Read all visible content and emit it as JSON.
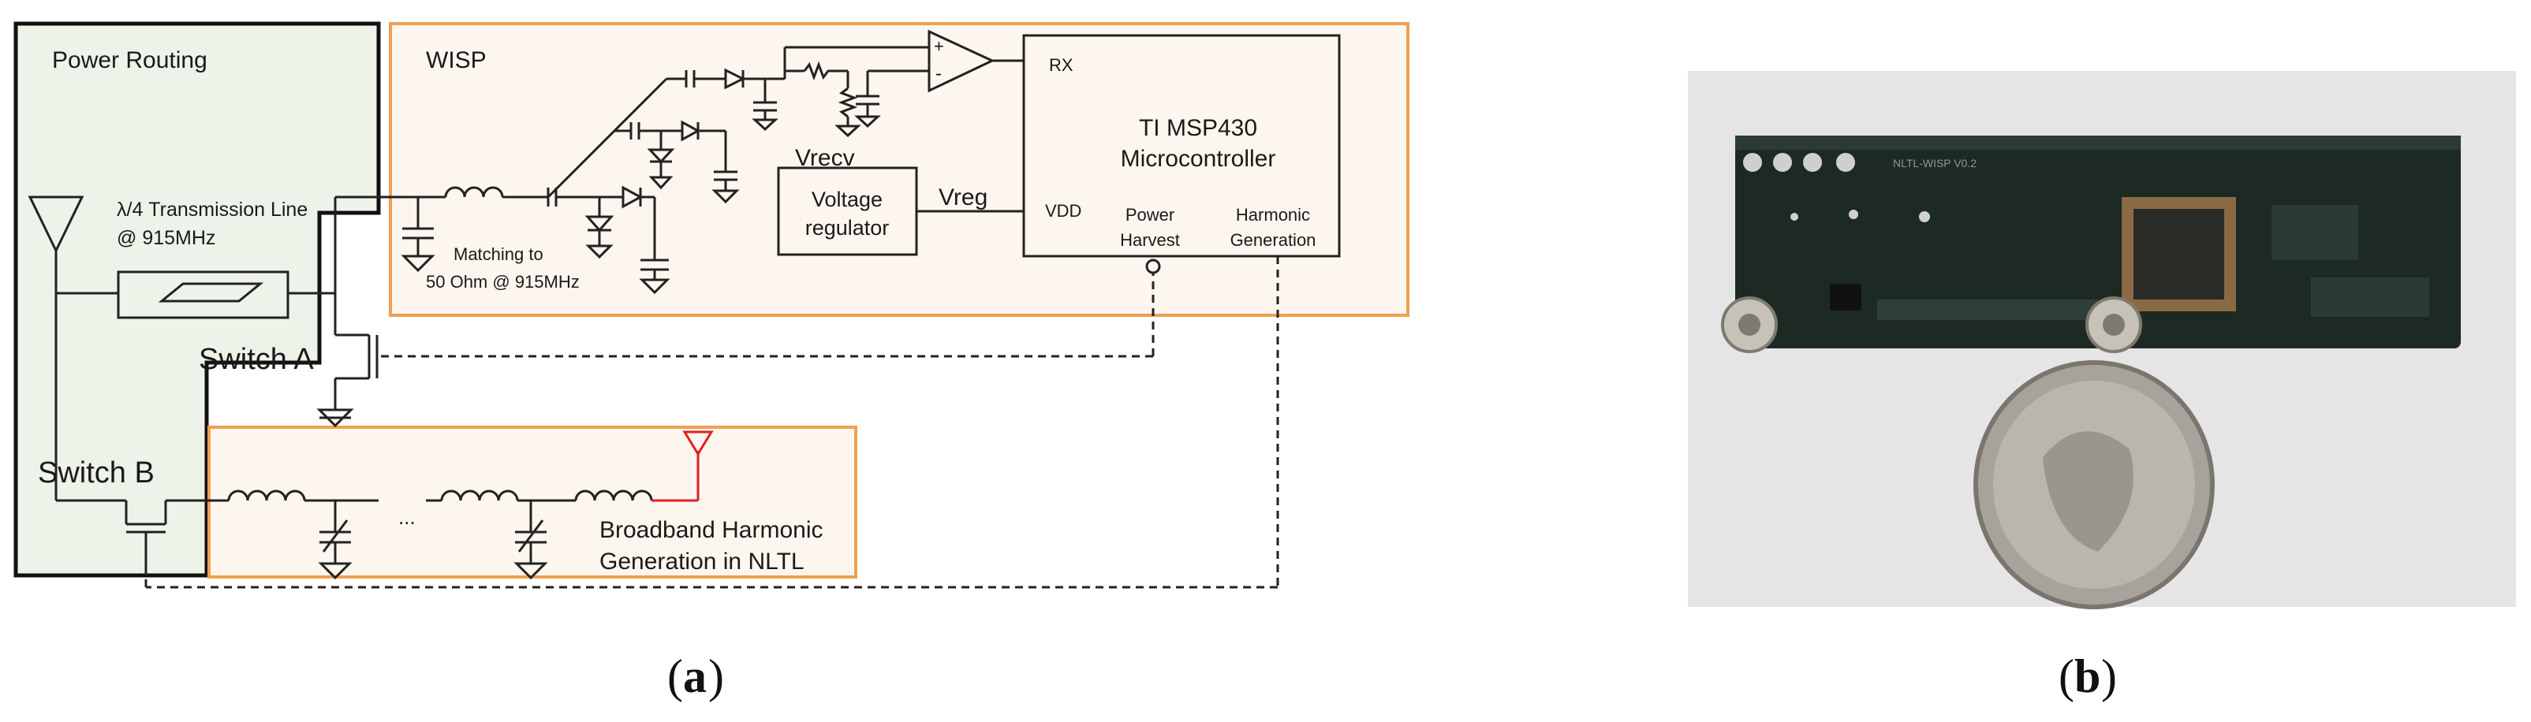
{
  "panel_a": {
    "power_routing_label": "Power Routing",
    "wisp_label": "WISP",
    "transmission_line_label_1": "λ/4 Transmission Line",
    "transmission_line_label_2": "@ 915MHz",
    "matching_label_1": "Matching to",
    "matching_label_2": "50 Ohm @ 915MHz",
    "switch_a_label": "Switch A",
    "switch_b_label": "Switch B",
    "vrecv_label": "Vrecv",
    "vreg_label": "Vreg",
    "regulator_label_1": "Voltage",
    "regulator_label_2": "regulator",
    "mcu_label_1": "TI MSP430",
    "mcu_label_2": "Microcontroller",
    "rx_label": "RX",
    "vdd_label": "VDD",
    "power_harvest_label_1": "Power",
    "power_harvest_label_2": "Harvest",
    "harmonic_gen_label_1": "Harmonic",
    "harmonic_gen_label_2": "Generation",
    "ellipsis_label": "...",
    "nltl_label_1": "Broadband Harmonic",
    "nltl_label_2": "Generation in NLTL",
    "opamp_plus": "+",
    "opamp_minus": "-"
  },
  "panel_b": {
    "board_silkscreen": "NLTL-WISP V0.2"
  },
  "captions": {
    "a_open": "(",
    "a_letter": "a",
    "a_close": ")",
    "b_open": "(",
    "b_letter": "b",
    "b_close": ")"
  },
  "colors": {
    "power_routing_fill": "#eef3ea",
    "wisp_fill": "#fdf6ef",
    "orange_border": "#f0a050",
    "antenna_red": "#e02020",
    "photo_bg": "#e6e5e6",
    "pcb_green": "#1d2a24"
  }
}
